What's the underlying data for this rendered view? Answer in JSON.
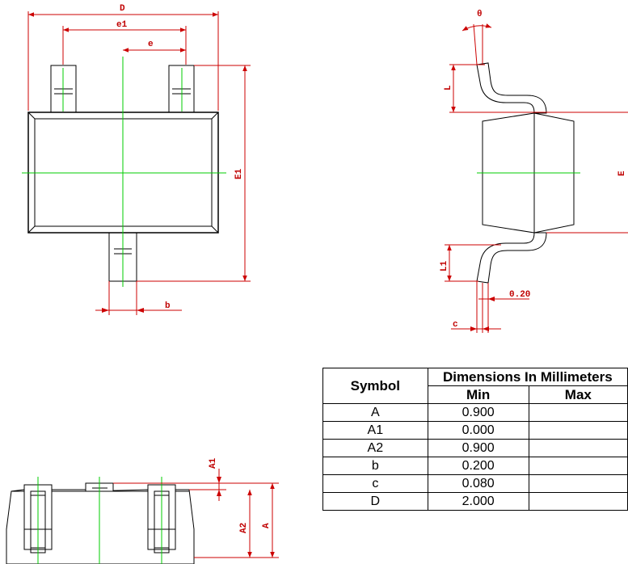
{
  "labels": {
    "D": "D",
    "e1": "e1",
    "e": "e",
    "E1": "E1",
    "b": "b",
    "theta": "θ",
    "L": "L",
    "E": "E",
    "L1": "L1",
    "dim_020": "0.20",
    "c": "c",
    "A1": "A1",
    "A2": "A2",
    "A": "A"
  },
  "table": {
    "symbol_header": "Symbol",
    "dimensions_header": "Dimensions In Millimeters",
    "min_header": "Min",
    "max_header": "Max",
    "rows": [
      {
        "symbol": "A",
        "min": "0.900",
        "max": ""
      },
      {
        "symbol": "A1",
        "min": "0.000",
        "max": ""
      },
      {
        "symbol": "A2",
        "min": "0.900",
        "max": ""
      },
      {
        "symbol": "b",
        "min": "0.200",
        "max": ""
      },
      {
        "symbol": "c",
        "min": "0.080",
        "max": ""
      },
      {
        "symbol": "D",
        "min": "2.000",
        "max": ""
      }
    ]
  },
  "colors": {
    "outline": "#000000",
    "dimension": "#cc0000",
    "centerline": "#00cc00"
  }
}
